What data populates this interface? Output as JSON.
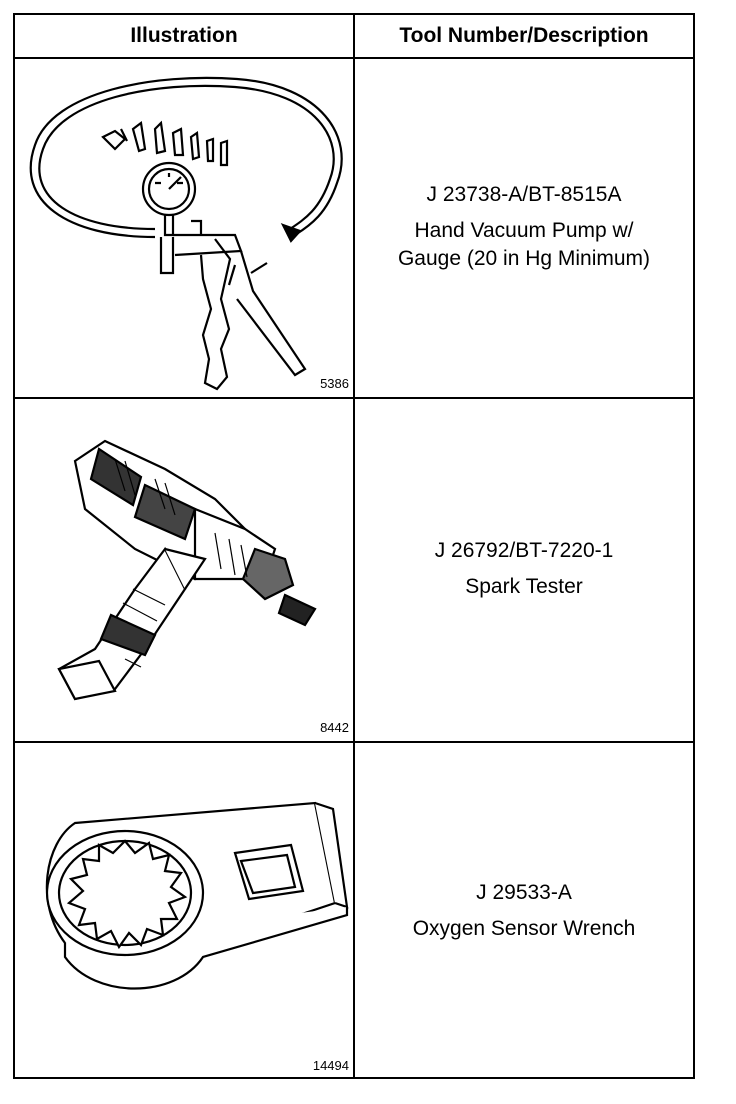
{
  "table": {
    "headers": {
      "illustration": "Illustration",
      "tool": "Tool Number/Description"
    },
    "rows": [
      {
        "figure_number": "5386",
        "tool_number": "J 23738-A/BT-8515A",
        "description_lines": [
          "Hand Vacuum Pump w/",
          "Gauge (20 in Hg Minimum)"
        ],
        "illustration_icon": "hand-vacuum-pump-icon"
      },
      {
        "figure_number": "8442",
        "tool_number": "J 26792/BT-7220-1",
        "description_lines": [
          "Spark Tester"
        ],
        "illustration_icon": "spark-tester-icon"
      },
      {
        "figure_number": "14494",
        "tool_number": "J 29533-A",
        "description_lines": [
          "Oxygen Sensor Wrench"
        ],
        "illustration_icon": "oxygen-sensor-wrench-icon"
      }
    ]
  }
}
